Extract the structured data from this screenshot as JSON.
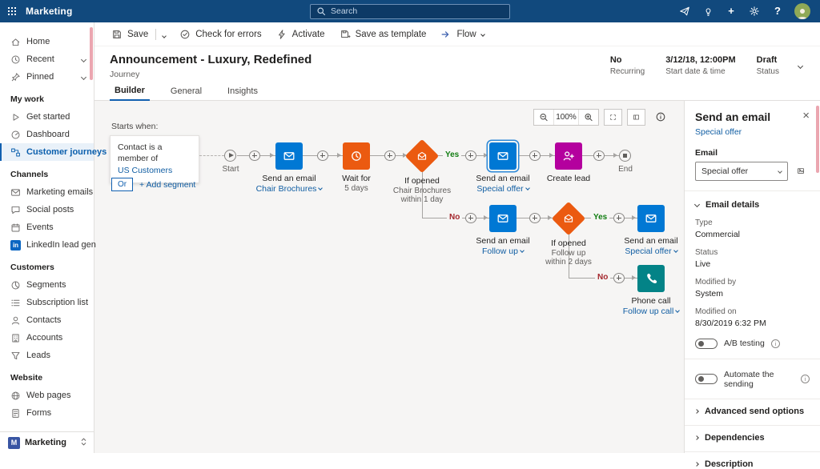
{
  "topbar": {
    "app_name": "Marketing",
    "search_placeholder": "Search",
    "add_glyph": "+",
    "help_glyph": "?"
  },
  "command_bar": {
    "save": "Save",
    "check_for_errors": "Check for errors",
    "activate": "Activate",
    "save_as_template": "Save as template",
    "flow": "Flow"
  },
  "header": {
    "title": "Announcement - Luxury, Redefined",
    "subtitle": "Journey",
    "meta": [
      {
        "value": "No",
        "label": "Recurring"
      },
      {
        "value": "3/12/18, 12:00PM",
        "label": "Start date & time"
      },
      {
        "value": "Draft",
        "label": "Status"
      }
    ],
    "tabs": [
      {
        "label": "Builder"
      },
      {
        "label": "General"
      },
      {
        "label": "Insights"
      }
    ]
  },
  "sidebar": {
    "top_items": [
      {
        "label": "Home"
      },
      {
        "label": "Recent"
      },
      {
        "label": "Pinned"
      }
    ],
    "sections": [
      {
        "title": "My work",
        "items": [
          {
            "label": "Get started"
          },
          {
            "label": "Dashboard"
          },
          {
            "label": "Customer journeys"
          }
        ]
      },
      {
        "title": "Channels",
        "items": [
          {
            "label": "Marketing emails"
          },
          {
            "label": "Social posts"
          },
          {
            "label": "Events"
          },
          {
            "label": "LinkedIn lead gen",
            "glyph": "in"
          }
        ]
      },
      {
        "title": "Customers",
        "items": [
          {
            "label": "Segments"
          },
          {
            "label": "Subscription list"
          },
          {
            "label": "Contacts"
          },
          {
            "label": "Accounts"
          },
          {
            "label": "Leads"
          }
        ]
      },
      {
        "title": "Website",
        "items": [
          {
            "label": "Web pages"
          },
          {
            "label": "Forms"
          }
        ]
      }
    ],
    "footer": {
      "label": "Marketing",
      "initial": "M"
    }
  },
  "canvas": {
    "zoom_level": "100%",
    "starts_when": "Starts when:",
    "segment_card": {
      "text": "Contact is a member of",
      "link": "US Customers"
    },
    "or_label": "Or",
    "add_segment": "+ Add segment",
    "labels": {
      "start": "Start",
      "end": "End",
      "yes": "Yes",
      "no": "No"
    },
    "nodes": {
      "email1": {
        "title": "Send an email",
        "link": "Chair Brochures"
      },
      "wait1": {
        "title": "Wait for",
        "sub": "5 days"
      },
      "if1": {
        "title": "If opened",
        "sub": "Chair Brochures",
        "sub2": "within 1 day"
      },
      "email2": {
        "title": "Send an email",
        "link": "Special offer"
      },
      "lead1": {
        "title": "Create lead"
      },
      "email3": {
        "title": "Send an email",
        "link": "Follow up"
      },
      "if2": {
        "title": "If opened",
        "sub": "Follow up",
        "sub2": "within 2 days"
      },
      "email4": {
        "title": "Send an email",
        "link": "Special offer"
      },
      "phone1": {
        "title": "Phone call",
        "link": "Follow up call"
      }
    }
  },
  "panel": {
    "title": "Send an email",
    "subtitle_link": "Special offer",
    "email_label": "Email",
    "email_value": "Special offer",
    "close_glyph": "×",
    "email_details_header": "Email details",
    "fields": [
      {
        "label": "Type",
        "value": "Commercial"
      },
      {
        "label": "Status",
        "value": "Live"
      },
      {
        "label": "Modified by",
        "value": "System"
      },
      {
        "label": "Modified on",
        "value": "8/30/2019 6:32 PM"
      }
    ],
    "toggles": [
      {
        "label": "A/B testing"
      },
      {
        "label": "Automate the sending"
      }
    ],
    "collapsed_sections": [
      {
        "label": "Advanced send options"
      },
      {
        "label": "Dependencies"
      },
      {
        "label": "Description"
      }
    ]
  }
}
